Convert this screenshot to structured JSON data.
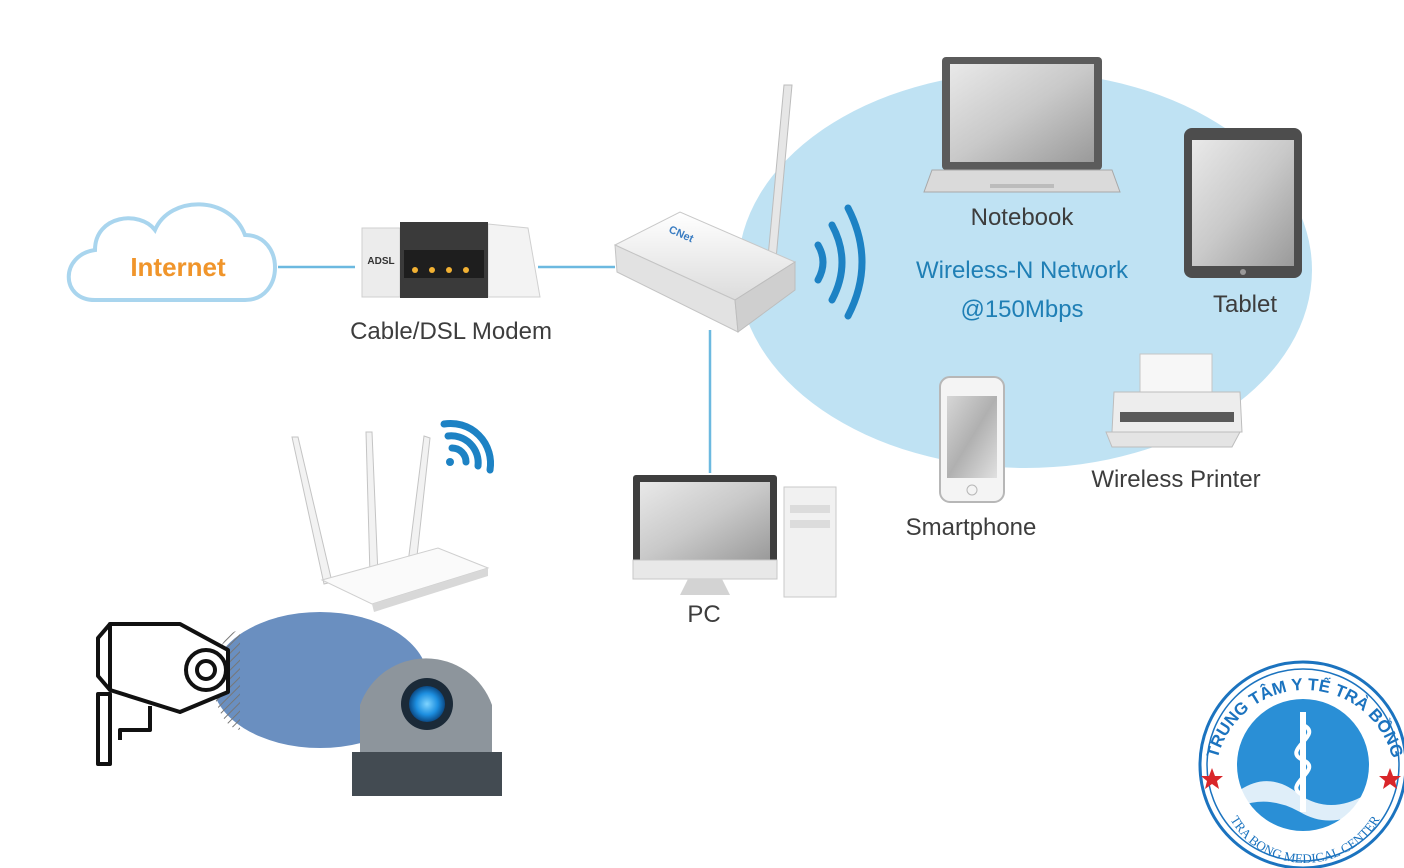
{
  "labels": {
    "internet": "Internet",
    "modem": "Cable/DSL Modem",
    "modem_tag": "ADSL",
    "notebook": "Notebook",
    "tablet": "Tablet",
    "smartphone": "Smartphone",
    "printer": "Wireless Printer",
    "pc": "PC",
    "network_line1": "Wireless-N Network",
    "network_line2": "@150Mbps",
    "router_brand": "CNet"
  },
  "logo": {
    "top_text": "TRUNG TÂM Y TẾ TRÀ BỒNG",
    "bottom_text": "TRA BONG MEDICAL CENTER"
  },
  "colors": {
    "wireless_zone": "#bfe2f3",
    "link_line": "#6cb9e0",
    "internet_text": "#f0952b",
    "signal": "#1d82c4",
    "camera_beam": "#6a8fc0",
    "logo_blue": "#1b73bf",
    "logo_red": "#d9262a"
  },
  "icons": [
    "internet-cloud-icon",
    "modem-icon",
    "router-icon",
    "wifi-signal-icon",
    "notebook-icon",
    "tablet-icon",
    "smartphone-icon",
    "printer-icon",
    "pc-icon",
    "wifi-router-icon",
    "wifi-icon",
    "security-camera-icon",
    "dome-camera-icon",
    "medical-center-logo"
  ]
}
